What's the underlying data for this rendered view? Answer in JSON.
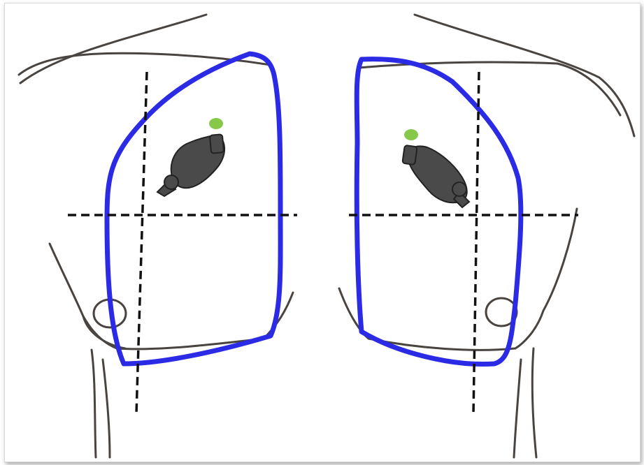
{
  "colors": {
    "outline": "#4a4440",
    "zone": "#2b2be6",
    "guide": "#111111",
    "probe": "#4a4a4a",
    "probe_edge": "#222222",
    "marker": "#86c94a"
  },
  "figure": {
    "panels": [
      "right-side-view",
      "left-side-view"
    ],
    "elements": [
      "torso-outline",
      "blue-zone-outline",
      "dashed-vertical-line",
      "dashed-horizontal-line",
      "ultrasound-probe",
      "green-orientation-marker"
    ]
  }
}
